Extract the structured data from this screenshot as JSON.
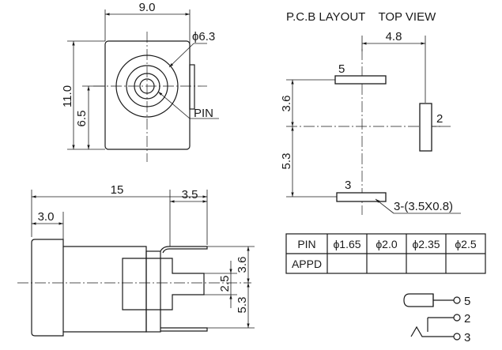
{
  "front_view": {
    "dim_width": "9.0",
    "dim_diameter": "ϕ6.3",
    "dim_height": "11.0",
    "dim_center_height": "6.5",
    "pin_label": "PIN"
  },
  "pcb_layout": {
    "title": "P.C.B LAYOUT    TOP VIEW",
    "dim_horizontal": "4.8",
    "dim_upper": "3.6",
    "dim_lower": "5.3",
    "pad_5": "5",
    "pad_2": "2",
    "pad_3": "3",
    "pad_size": "3-(3.5X0.8)"
  },
  "side_view": {
    "dim_length": "15",
    "dim_pin_offset": "3.5",
    "dim_front": "3.0",
    "dim_pin_upper": "3.6",
    "dim_pin_mid": "2.5",
    "dim_pin_lower": "5.3"
  },
  "pin_table": {
    "headers": [
      "PIN",
      "ϕ1.65",
      "ϕ2.0",
      "ϕ2.35",
      "ϕ2.5"
    ],
    "row_label": "APPD",
    "row_cells": [
      "",
      "",
      "",
      ""
    ]
  },
  "schematic": {
    "pin_5": "5",
    "pin_2": "2",
    "pin_3": "3"
  }
}
